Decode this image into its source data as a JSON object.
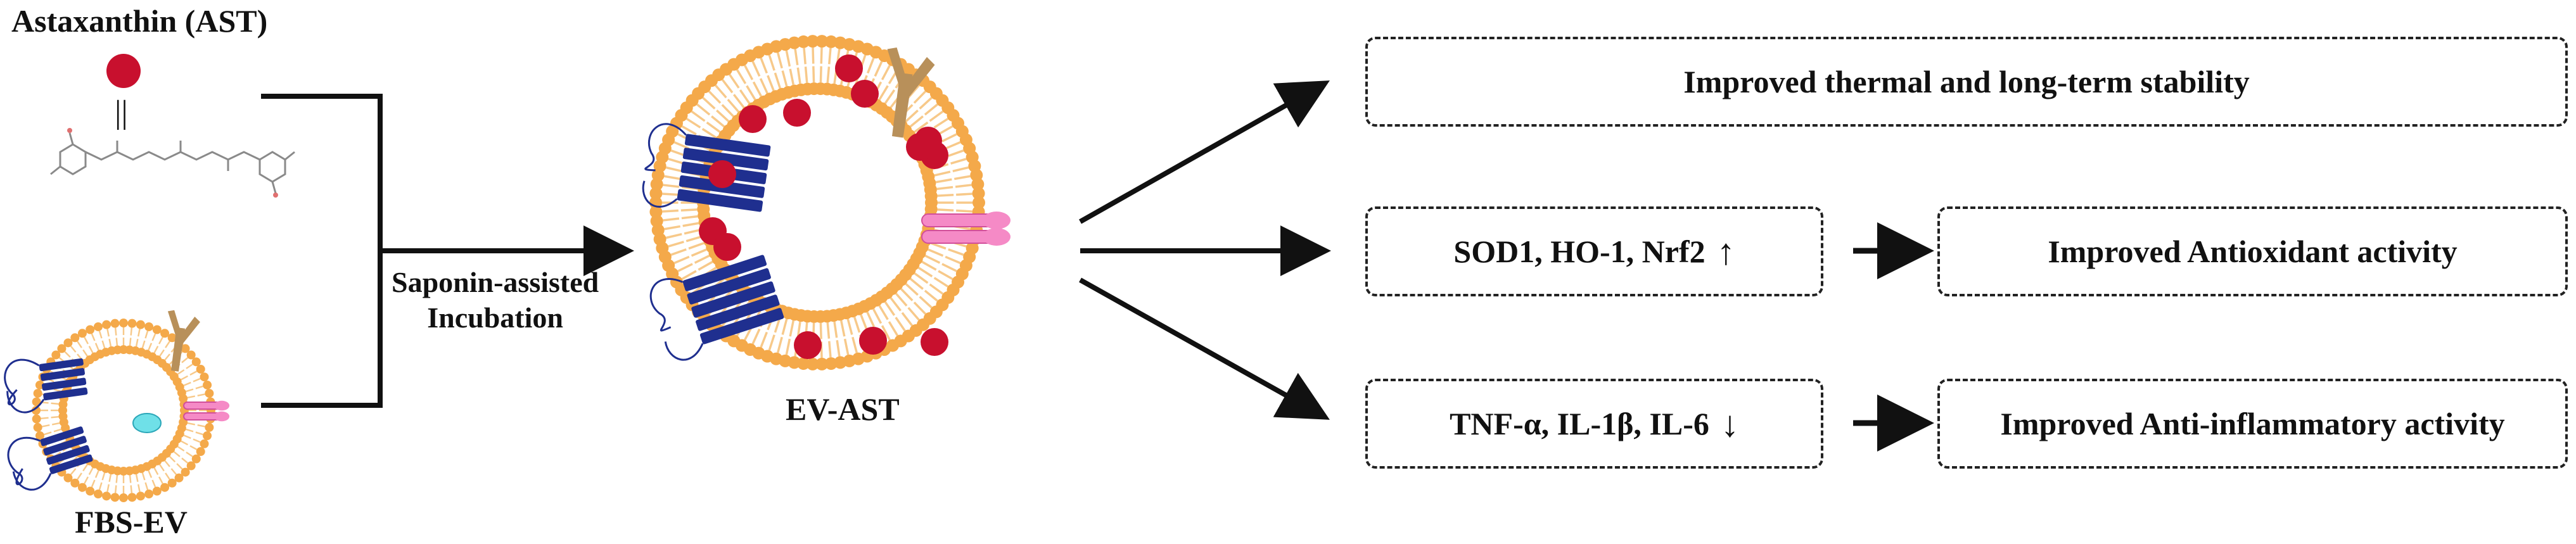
{
  "ast": {
    "label": "Astaxanthin (AST)",
    "equals": "||"
  },
  "fbs_ev": {
    "label": "FBS-EV"
  },
  "process": {
    "line1": "Saponin-assisted",
    "line2": "Incubation"
  },
  "ev_ast": {
    "label": "EV-AST"
  },
  "outcomes": {
    "stability": "Improved thermal and long-term stability",
    "antioxidant_markers": "SOD1, HO-1, Nrf2",
    "antioxidant_dir": "↑",
    "antioxidant_effect": "Improved Antioxidant activity",
    "inflammation_markers": "TNF-α, IL-1β, IL-6",
    "inflammation_dir": "↓",
    "inflammation_effect": "Improved Anti-inflammatory activity"
  },
  "colors": {
    "lipid_head": "#f4a94a",
    "lipid_tail": "#f7c98a",
    "protein_blue": "#1f2f8f",
    "astaxanthin_red": "#c8102e",
    "receptor_pink": "#f58ac6",
    "tan_protein": "#b8905a",
    "cyan_cargo": "#6fe0e8"
  }
}
